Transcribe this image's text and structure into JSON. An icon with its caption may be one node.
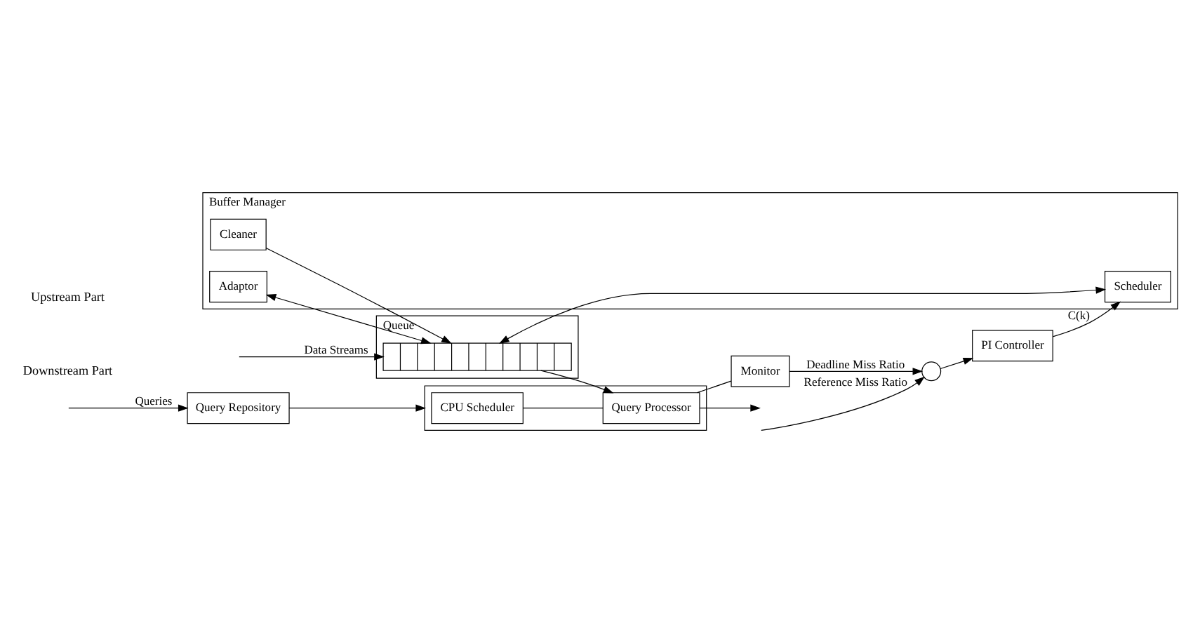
{
  "diagram": {
    "nodes": [
      {
        "text": [
          "Buffer Manager"
        ]
      },
      {
        "text": [
          "Cleaner"
        ],
        "in": 0
      },
      {
        "text": [
          "Adaptor"
        ],
        "in": 0
      },
      {
        "text": [
          "Scheduler"
        ],
        "in": 0
      },
      {
        "text": [
          "Queue"
        ]
      },
      {
        "text": [],
        "shape": "bar",
        "in": 4
      },
      {
        "text": [
          "PI Controller"
        ]
      },
      {
        "text": [],
        "shape": "circle"
      },
      {
        "text": [
          "Monitor"
        ]
      },
      {
        "text": [],
        "shape": "box"
      },
      {
        "text": [
          "CPU Scheduler"
        ],
        "in": 9
      },
      {
        "text": [
          "Query Processor"
        ],
        "in": 9
      },
      {
        "text": [
          "Query Repository"
        ]
      }
    ],
    "edges": [
      {
        "from": null,
        "to": 5,
        "arrow": "to",
        "label": "Data Streams"
      },
      {
        "from": 2,
        "to": 5,
        "arrow": "both"
      },
      {
        "from": 1,
        "to": 5,
        "arrow": "to"
      },
      {
        "from": 3,
        "to": 5,
        "arrow": "both"
      },
      {
        "from": 6,
        "to": 3,
        "arrow": "to",
        "label": "C(k)"
      },
      {
        "from": null,
        "to": 7,
        "arrow": "to",
        "label": "Reference Miss Ratio"
      },
      {
        "from": 7,
        "to": 6,
        "arrow": "to"
      },
      {
        "from": 8,
        "to": 7,
        "arrow": "to",
        "label": "Deadline Miss Ratio"
      },
      {
        "from": 5,
        "to": 11,
        "arrow": "to"
      },
      {
        "from": 12,
        "to": 9,
        "arrow": "to"
      },
      {
        "from": null,
        "to": 12,
        "arrow": "to",
        "label": "Queries"
      },
      {
        "from": 10,
        "to": 11,
        "arrow": "none"
      },
      {
        "from": 11,
        "to": null,
        "arrow": "to"
      },
      {
        "from": 11,
        "to": 8,
        "arrow": "none"
      }
    ],
    "labels": [
      "Upstream Part",
      "Downstream Part"
    ]
  }
}
